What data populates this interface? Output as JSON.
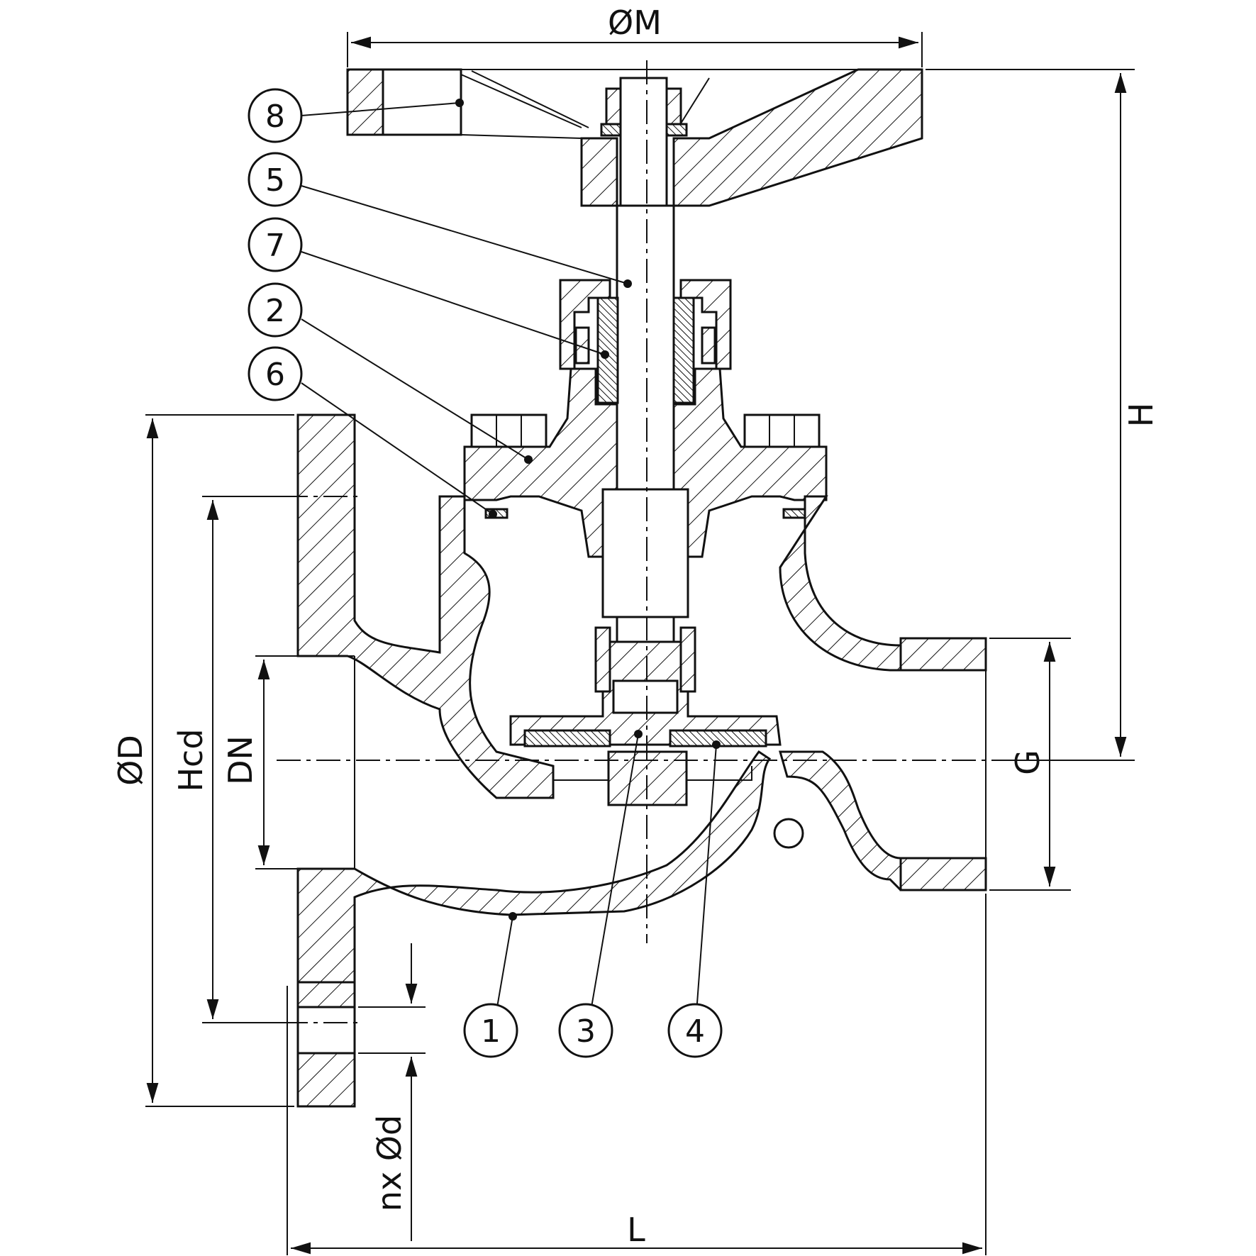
{
  "drawing": {
    "dimensions": {
      "handwheel_diameter": "ØM",
      "height": "H",
      "flange_diameter": "ØD",
      "bolt_circle": "Hcd",
      "nominal_diameter": "DN",
      "thread": "G",
      "length": "L",
      "bolt_holes": "nx Ød"
    },
    "callouts": [
      "1",
      "2",
      "3",
      "4",
      "5",
      "6",
      "7",
      "8"
    ]
  }
}
